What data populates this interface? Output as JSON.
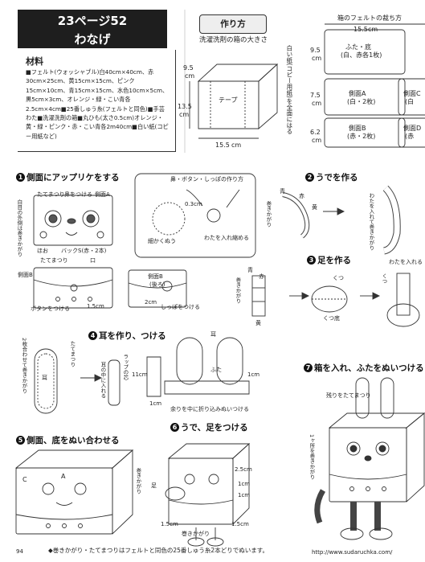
{
  "header": {
    "page_ref": "23ページ52",
    "item_name": "わなげ",
    "howto_tag": "作り方"
  },
  "materials": {
    "heading": "材料",
    "body": "■フェルト(ウォッシャブル)白40cm×40cm、赤30cm×25cm、黄15cm×15cm、ピンク15cm×10cm、青15cm×15cm、水色10cm×5cm、黒5cm×3cm、オレンジ・緑・こい青各2.5cm×4cm■25番しゅう糸(フェルトと同色)■手芸わた■洗濯洗剤の箱■丸ひも(太さ0.5cm)オレンジ・黄・緑・ピンク・赤・こい青各2m40cm■白い紙(コピー用紙など)"
  },
  "box_diagram": {
    "label": "洗濯洗剤の箱の大きさ",
    "dim_top": "9.5",
    "dim_top_unit": "cm",
    "dim_side": "13.5",
    "dim_side_unit": "cm",
    "dim_bottom": "15.5",
    "dim_bottom_unit": "cm",
    "tape_label": "テープ",
    "paper_note": "白い紙(コピー用紙)を全面にはる"
  },
  "cutting_diagram": {
    "title": "箱のフェルトの裁ち方",
    "width": "15.5",
    "width_unit": "cm",
    "row1_h": "9.5",
    "row2_h": "7.5",
    "row3_h": "6.2",
    "unit": "cm",
    "pieces": [
      {
        "name": "ふた・底",
        "detail": "(白、赤各1枚)"
      },
      {
        "name": "側面A",
        "detail": "(白・2枚)"
      },
      {
        "name": "側面B",
        "detail": "(赤・2枚)"
      },
      {
        "name": "側面C",
        "detail": "(白"
      },
      {
        "name": "側面D",
        "detail": "(赤"
      }
    ]
  },
  "step1": {
    "num": "1",
    "title": "側面にアップリケをする",
    "labels": {
      "tatematsuri": "たてまつり",
      "hana": "鼻をつける",
      "sokumenA": "側面A",
      "white_outside": "白目の外側は巻きかがり",
      "hoo": "ほお",
      "back_s": "バックS(赤・2本)",
      "tatematsuri2": "たてまつり",
      "kuchi": "口",
      "sokumenB": "側面B",
      "button": "ボタンをつける",
      "dim": "1.5cm"
    }
  },
  "nose_box": {
    "title": "鼻・ボタン・しっぽの作り方",
    "dim": "0.3cm",
    "stitch": "細かくぬう",
    "stuff": "わたを入れ縮める"
  },
  "tail_box": {
    "label": "側面B",
    "label2": "(後ろ)",
    "dim": "2cm",
    "tail": "しっぽをつける"
  },
  "step2": {
    "num": "2",
    "title": "うでを作る",
    "ao": "青",
    "aka": "赤",
    "ki": "黄",
    "makikagari": "巻きかがり",
    "stuff": "わたを入れて巻きかがり"
  },
  "step3": {
    "num": "3",
    "title": "足を作る",
    "ao": "青",
    "aka": "赤",
    "ki": "黄",
    "makikagari": "巻きかがり",
    "kutsu": "くつ",
    "kutsuzoko": "くつ底",
    "kutsu2": "くつ",
    "stuff": "わたを入れる"
  },
  "step4": {
    "num": "4",
    "title": "耳を作り、つける",
    "note1": "2枚合わせて巻きかがり",
    "mimi": "耳",
    "tatematsuri": "たてまつり",
    "insert": "耳の中に入れる",
    "rappu": "ラップの芯",
    "dim1": "11cm",
    "dim2": "1cm",
    "mimi2": "耳",
    "futa": "ふた",
    "dim3": "1cm",
    "fold": "余りを中に折り込みぬいつける"
  },
  "step5": {
    "num": "5",
    "title": "側面、底をぬい合わせる",
    "makikagari": "巻きかがり",
    "C": "C",
    "A": "A"
  },
  "step6": {
    "num": "6",
    "title": "うで、足をつける",
    "dim_a": "2.5cm",
    "dim_b": "1cm",
    "dim_c": "1cm",
    "dim_d": "1.5cm",
    "dim_e": "1.5cm",
    "ashi": "足",
    "makikagari": "巻きかがり"
  },
  "step7": {
    "num": "7",
    "title": "箱を入れ、ふたをぬいつける",
    "nokori": "残りをたてまつり",
    "kasho": "1ヶ所を巻きかがり"
  },
  "footer": {
    "page_no": "94",
    "note": "◆巻きかがり・たてまつりはフェルトと同色の25番しゅう糸2本どりでぬいます。",
    "url": "http://www.sudaruchka.com/"
  }
}
